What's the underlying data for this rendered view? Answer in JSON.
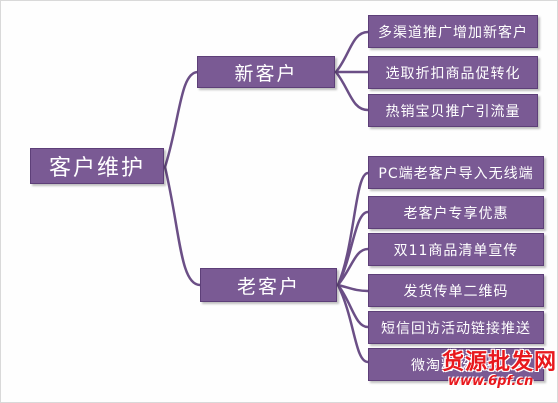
{
  "colors": {
    "node": "#7a5a94",
    "link": "#6b4f86",
    "watermark": "#e8181d"
  },
  "root": {
    "label": "客户维护"
  },
  "branches": [
    {
      "label": "新客户",
      "children": [
        "多渠道推广增加新客户",
        "选取折扣商品促转化",
        "热销宝贝推广引流量"
      ]
    },
    {
      "label": "老客户",
      "children": [
        "PC端老客户导入无线端",
        "老客户专享优惠",
        "双11商品清单宣传",
        "发货传单二维码",
        "短信回访活动链接推送",
        "微淘粉丝维护"
      ]
    }
  ],
  "watermark": {
    "line1": "货源批发网",
    "line2": "www.6pf.cn"
  }
}
